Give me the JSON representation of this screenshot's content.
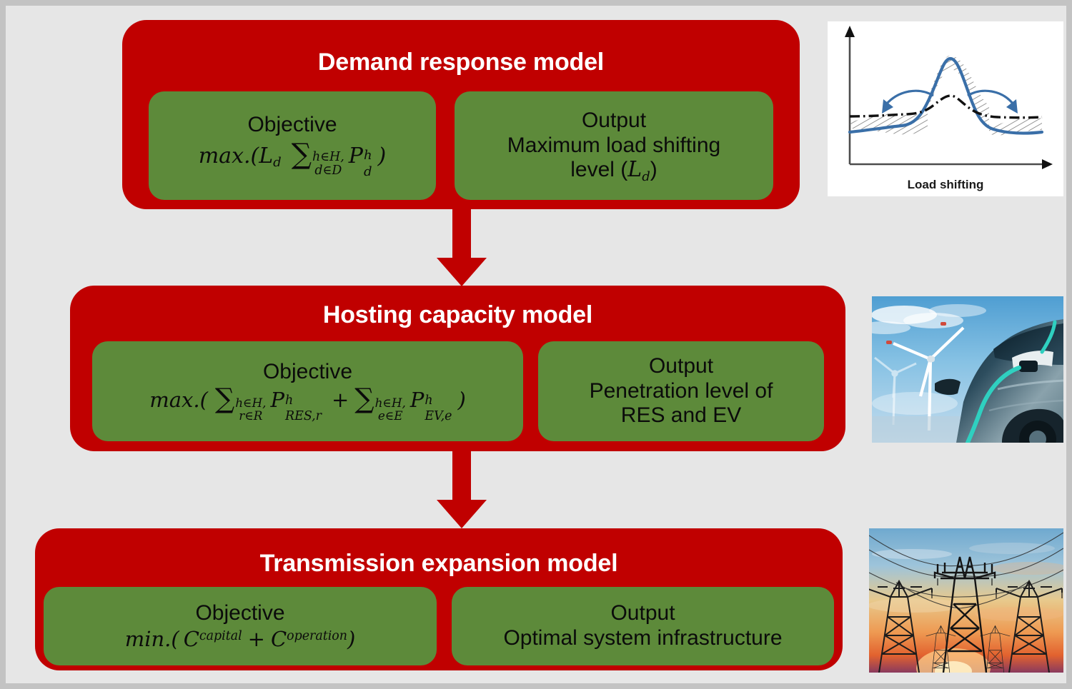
{
  "theme": {
    "red": "#c00000",
    "green": "#5d8a3a",
    "background": "#e6e6e6",
    "page_border": "#c3c3c3",
    "title_color": "#ffffff",
    "text_color": "#0b0b0b"
  },
  "blocks": [
    {
      "id": "demand-response",
      "title": "Demand response model",
      "objective": {
        "label": "Objective",
        "formula_plain": "max.(L_d  SUM_{h∈H, d∈D} P_d^h )",
        "operator": "max.",
        "open_paren": "(",
        "close_paren": ")",
        "variable": "L",
        "variable_sub": "d",
        "sum_symbol": "∑",
        "sum_limit_top": "h∈H,",
        "sum_limit_bottom": "d∈D",
        "term": "P",
        "term_sup": "h",
        "term_sub": "d"
      },
      "output": {
        "label": "Output",
        "line1": "Maximum load shifting",
        "line2_prefix": "level (",
        "line2_var": "L",
        "line2_var_sub": "d",
        "line2_suffix": ")"
      },
      "thumbnail": {
        "name": "load-shifting-chart",
        "caption": "Load shifting",
        "type": "line-chart-illustration"
      }
    },
    {
      "id": "hosting-capacity",
      "title": "Hosting capacity model",
      "objective": {
        "label": "Objective",
        "formula_plain": "max.( SUM_{h∈H, r∈R} P_{RES,r}^h + SUM_{h∈H, e∈E} P_{EV,e}^h )",
        "operator": "max.",
        "open_paren": "(",
        "close_paren": ")",
        "plus": "+",
        "sum_symbol": "∑",
        "term1": {
          "sum_limit_top": "h∈H,",
          "sum_limit_bottom": "r∈R",
          "term": "P",
          "term_sup": "h",
          "term_sub": "RES,r"
        },
        "term2": {
          "sum_limit_top": "h∈H,",
          "sum_limit_bottom": "e∈E",
          "term": "P",
          "term_sup": "h",
          "term_sub": "EV,e"
        }
      },
      "output": {
        "label": "Output",
        "line1": "Penetration level of",
        "line2": "RES and EV"
      },
      "thumbnail": {
        "name": "ev-charging-wind-turbines-photo",
        "type": "photo"
      }
    },
    {
      "id": "transmission-expansion",
      "title": "Transmission expansion model",
      "objective": {
        "label": "Objective",
        "formula_plain": "min.( C^capital + C^operation )",
        "operator": "min.",
        "open_paren": "(",
        "close_paren": ")",
        "plus": "+",
        "term1": "C",
        "term1_sup": "capital",
        "term2": "C",
        "term2_sup": "operation"
      },
      "output": {
        "label": "Output",
        "line1": "Optimal system infrastructure"
      },
      "thumbnail": {
        "name": "transmission-towers-sunset-photo",
        "type": "photo"
      }
    }
  ],
  "arrows": [
    {
      "name": "arrow-demand-to-hosting",
      "direction": "down"
    },
    {
      "name": "arrow-hosting-to-transmission",
      "direction": "down"
    }
  ]
}
